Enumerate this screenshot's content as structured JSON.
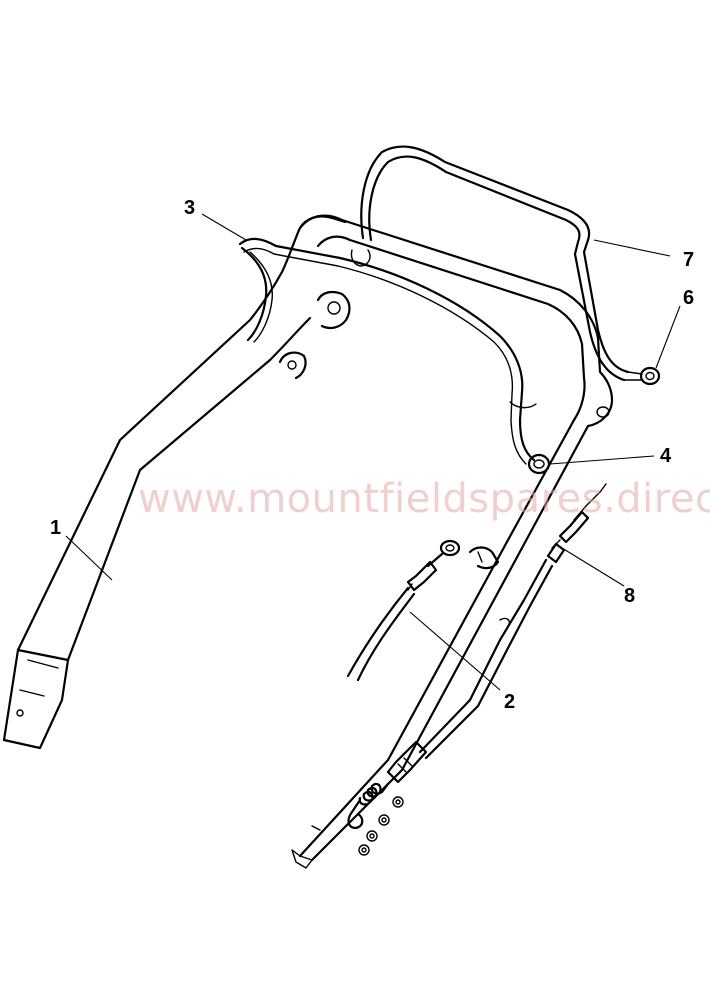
{
  "watermark": "www.mountfieldspares.direct",
  "callouts": [
    {
      "id": "callout-1",
      "label": "1"
    },
    {
      "id": "callout-2",
      "label": "2"
    },
    {
      "id": "callout-3",
      "label": "3"
    },
    {
      "id": "callout-4",
      "label": "4"
    },
    {
      "id": "callout-6",
      "label": "6"
    },
    {
      "id": "callout-7",
      "label": "7"
    },
    {
      "id": "callout-8",
      "label": "8"
    }
  ]
}
